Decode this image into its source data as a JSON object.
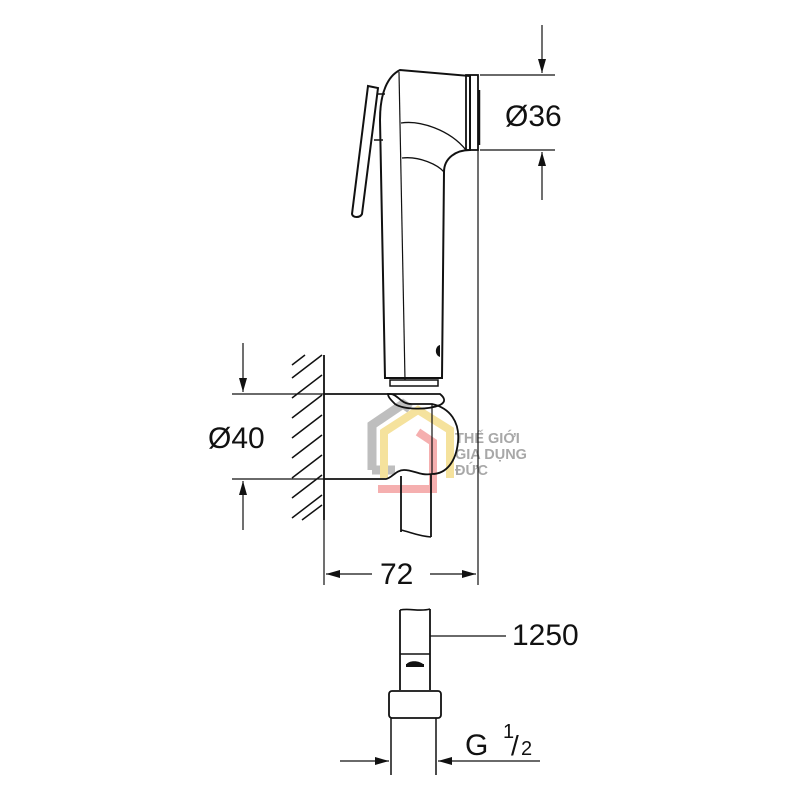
{
  "drawing": {
    "title": "Hand shower with wall holder — technical dimension drawing",
    "units": "mm",
    "line_color": "#111111",
    "background": "#ffffff"
  },
  "dimensions": {
    "head_diameter": {
      "symbol": "Ø",
      "value": "36",
      "label": "Ø36"
    },
    "holder_diameter": {
      "symbol": "Ø",
      "value": "40",
      "label": "Ø40"
    },
    "projection": {
      "value": "72",
      "label": "72"
    },
    "hose_length": {
      "value": "1250",
      "label": "1250"
    },
    "thread": {
      "prefix": "G",
      "numerator": "1",
      "slash": "/",
      "denominator": "2",
      "label": "G 1/2"
    }
  },
  "components": [
    {
      "name": "hand-spray-head",
      "label": "Hand spray head with trigger"
    },
    {
      "name": "wall-holder",
      "label": "Wall holder"
    },
    {
      "name": "wall",
      "label": "Wall (hatched)"
    },
    {
      "name": "hose",
      "label": "Hose"
    },
    {
      "name": "hose-nut",
      "label": "Knurled hose nut"
    }
  ],
  "watermark": {
    "line1": "THẾ GIỚI",
    "line2": "GIA DỤNG",
    "line3": "ĐỨC",
    "colors": {
      "gray": "#b3b3b3",
      "yellow": "#f2dc8c",
      "red": "#f2a0a0",
      "text": "#a8a8a8"
    }
  }
}
